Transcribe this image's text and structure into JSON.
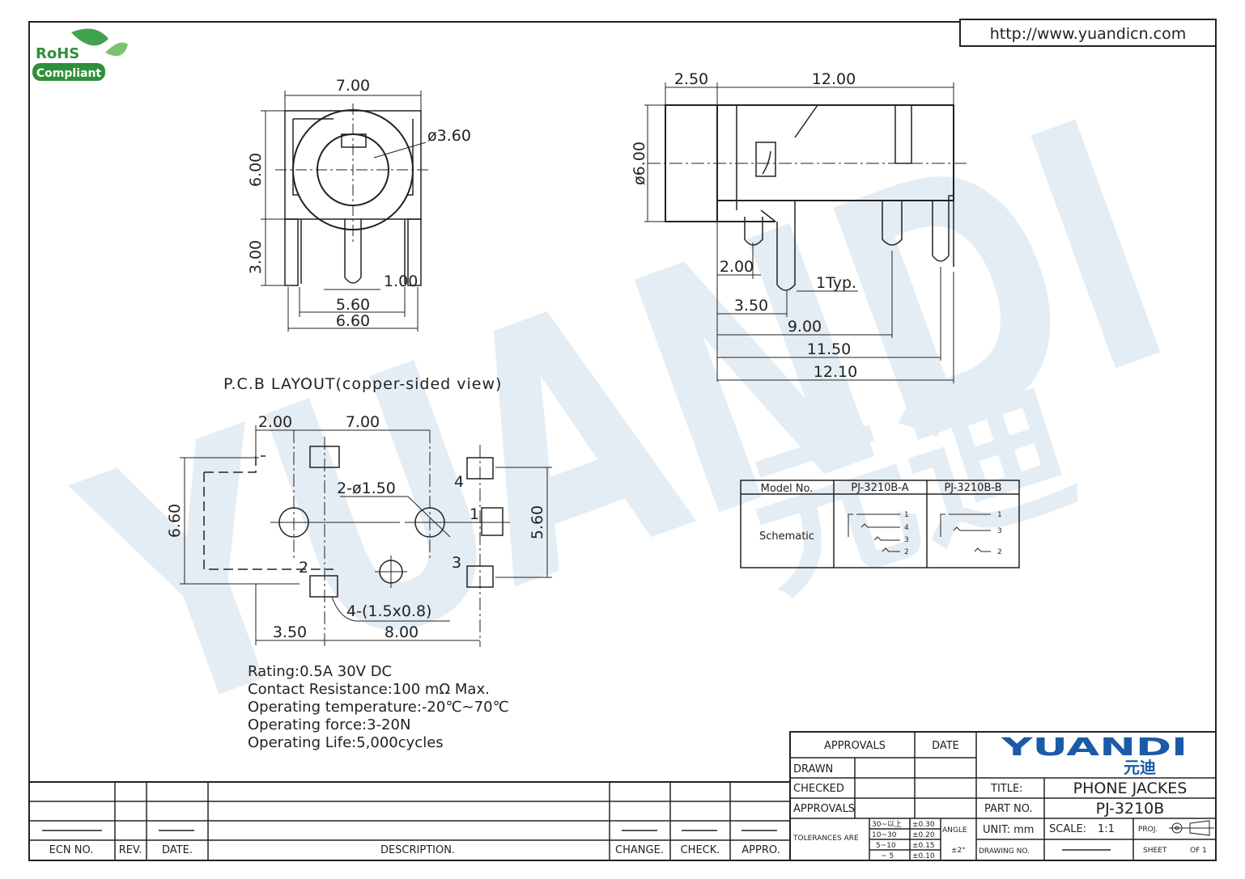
{
  "header": {
    "url": "http://www.yuandicn.com"
  },
  "rohs": {
    "line1": "RoHS",
    "line2": "Compliant",
    "color": "#2f8f3a"
  },
  "watermark": {
    "text": "YUANDI",
    "cn": "元迪",
    "color": "#cfe0ec"
  },
  "front_view": {
    "width": "7.00",
    "height_body": "6.00",
    "height_pins": "3.00",
    "hole": "ø3.60",
    "pin_width": "1.00",
    "pin_span_inner": "5.60",
    "pin_span_outer": "6.60"
  },
  "side_view": {
    "front_len": "2.50",
    "body_len": "12.00",
    "diameter": "ø6.00",
    "d_200": "2.00",
    "d_1typ": "1Typ.",
    "d_350": "3.50",
    "d_900": "9.00",
    "d_1150": "11.50",
    "d_1210": "12.10"
  },
  "pcb": {
    "title": "P.C.B LAYOUT(copper-sided view)",
    "top_left": "2.00",
    "top_span": "7.00",
    "hole_label": "2-ø1.50",
    "left_h": "6.60",
    "right_h": "5.60",
    "pad1": "1",
    "pad2": "2",
    "pad3": "3",
    "pad4": "4",
    "pad_size": "4-(1.5x0.8)",
    "bottom_left": "3.50",
    "bottom_span": "8.00"
  },
  "specs": [
    "Rating:0.5A 30V DC",
    "Contact Resistance:100 mΩ Max.",
    "Operating temperature:-20℃~70℃",
    "Operating force:3-20N",
    "Operating Life:5,000cycles"
  ],
  "model_table": {
    "col_model": "Model No.",
    "col_a": "PJ-3210B-A",
    "col_b": "PJ-3210B-B",
    "row_label": "Schematic",
    "a_pins": [
      "1",
      "4",
      "3",
      "2"
    ],
    "b_pins": [
      "1",
      "3",
      "2"
    ]
  },
  "revision_block": {
    "ecn": "ECN NO.",
    "rev": "REV.",
    "date": "DATE.",
    "description": "DESCRIPTION.",
    "change": "CHANGE.",
    "check": "CHECK.",
    "appro": "APPRO."
  },
  "title_block": {
    "approvals": "APPROVALS",
    "date": "DATE",
    "drawn": "DRAWN",
    "checked": "CHECKED",
    "approvals2": "APPROVALS",
    "tolerances": "TOLERANCES ARE",
    "tol_rows": [
      [
        "30~以上",
        "±0.30"
      ],
      [
        "10~30",
        "±0.20"
      ],
      [
        "5~10",
        "±0.15"
      ],
      [
        "~ 5",
        "±0.10"
      ]
    ],
    "angle": "ANGLE",
    "angle_val": "±2°",
    "logo": "YUANDI",
    "logo_cn": "元迪",
    "logo_color": "#1a5aa8",
    "title_label": "TITLE:",
    "title_val": "PHONE JACKES",
    "part_label": "PART NO.",
    "part_val": "PJ-3210B",
    "unit": "UNIT:  mm",
    "scale_label": "SCALE:",
    "scale_val": "1:1",
    "proj": "PROJ.",
    "drawing_no": "DRAWING NO.",
    "sheet": "SHEET",
    "of": "OF 1"
  }
}
